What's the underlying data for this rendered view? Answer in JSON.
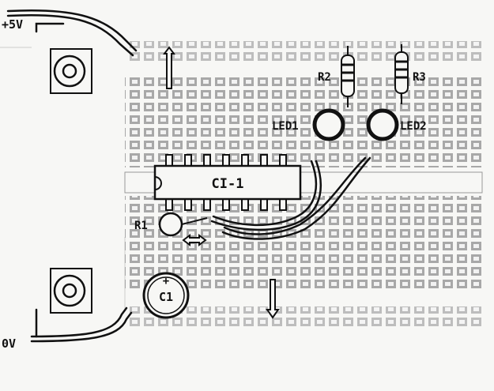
{
  "labels": {
    "supply_positive": "+5V",
    "supply_ground": "0V",
    "ic": "CI-1",
    "resistor_r1": "R1",
    "resistor_r2": "R2",
    "resistor_r3": "R3",
    "led1": "LED1",
    "led2": "LED2",
    "capacitor": "C1",
    "capacitor_polarity": "+"
  },
  "colors": {
    "ink": "#111111",
    "board_hole": "#9a9a9a",
    "paper": "#f7f7f5"
  },
  "icons": [
    "jack-icon",
    "arrow-up-icon",
    "arrow-down-icon",
    "arrow-left-right-icon"
  ]
}
